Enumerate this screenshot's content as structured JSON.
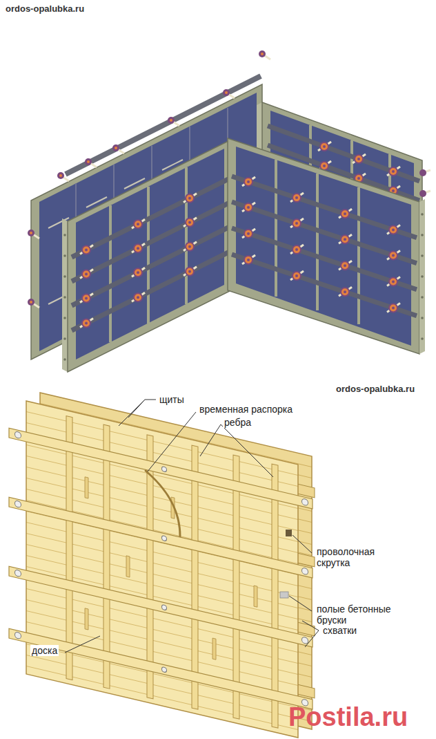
{
  "diagram": {
    "labels": [
      "ordos-opalubka.ru",
      "ordos-opalubka.ru",
      "щиты",
      "временная распорка",
      "ребра",
      "проволочная скрутка",
      "полые бетонные бруски",
      "схватки",
      "доска",
      "Postila.ru"
    ]
  }
}
